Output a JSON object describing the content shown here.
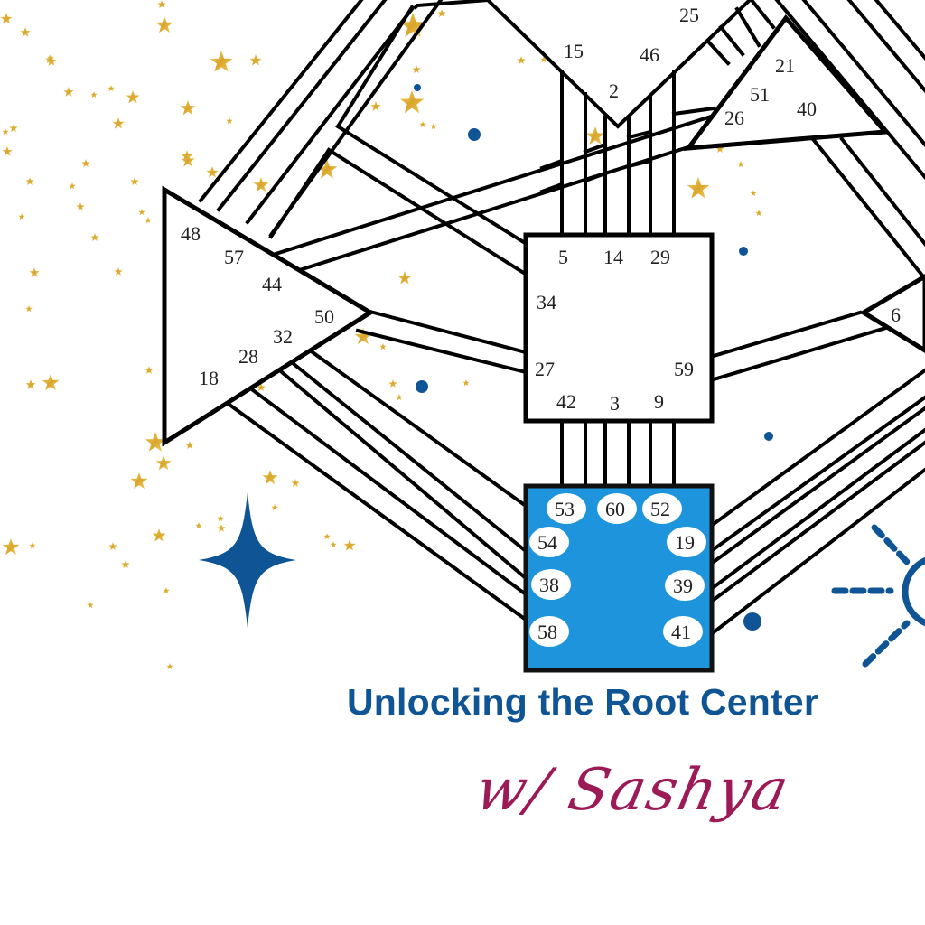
{
  "title": "Unlocking the Root Center",
  "subtitle": "w/ Sashya",
  "colors": {
    "title_blue": "#0f5494",
    "signature_maroon": "#9c1b57",
    "root_center_fill": "#1e94dc",
    "line_black": "#000000",
    "gold_star": "#e0b43a",
    "accent_blue": "#0f5494"
  },
  "diagram": {
    "throat_center_gates": [
      "15",
      "2",
      "46",
      "25"
    ],
    "spleen_center_gates": [
      "48",
      "57",
      "44",
      "50",
      "32",
      "28",
      "18"
    ],
    "ego_center_gates": [
      "21",
      "51",
      "26",
      "40"
    ],
    "sacral_center_gates": [
      "5",
      "14",
      "29",
      "34",
      "27",
      "59",
      "42",
      "3",
      "9"
    ],
    "solar_plexus_gates": [
      "6"
    ],
    "root_center_gates": [
      "53",
      "60",
      "52",
      "54",
      "19",
      "38",
      "39",
      "58",
      "41"
    ]
  },
  "decorations": {
    "sparkle": "four-point-star-icon",
    "sun": "sun-icon",
    "stars": "gold-stars"
  }
}
